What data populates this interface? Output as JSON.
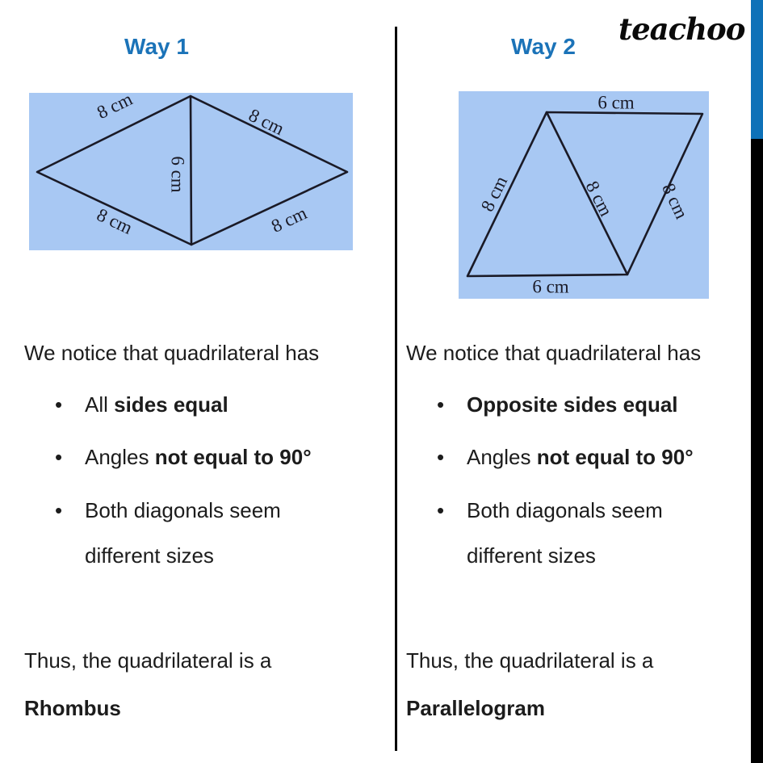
{
  "logo": {
    "text": "teachoo"
  },
  "colors": {
    "heading_blue": "#1b73b8",
    "accent_bar_blue": "#0e71b8",
    "accent_bar_black": "#000000",
    "diagram_background": "#a8c8f3",
    "diagram_line": "#1a1a26",
    "body_text": "#1c1c1c"
  },
  "columns": [
    {
      "heading": "Way 1",
      "intro": "We notice that quadrilateral has",
      "bullets": {
        "b1": {
          "pre": "All ",
          "bold": "sides equal"
        },
        "b2": {
          "pre": "Angles ",
          "bold": "not equal to 90°"
        },
        "b3": {
          "line1": "Both diagonals seem",
          "line2": "different sizes"
        }
      },
      "conclusion": {
        "prefix": "Thus, the quadrilateral is a",
        "shape": "Rhombus"
      },
      "diagram": {
        "shape": "rhombus",
        "labels": {
          "top_left_side": "8 cm",
          "top_right_side": "8 cm",
          "bottom_left_side": "8 cm",
          "bottom_right_side": "8 cm",
          "vertical_diagonal": "6 cm"
        }
      }
    },
    {
      "heading": "Way 2",
      "intro": "We notice that quadrilateral has",
      "bullets": {
        "b1": {
          "pre": "",
          "bold": "Opposite sides equal"
        },
        "b2": {
          "pre": "Angles ",
          "bold": "not equal to 90°"
        },
        "b3": {
          "line1": "Both diagonals seem",
          "line2": "different sizes"
        }
      },
      "conclusion": {
        "prefix": "Thus, the quadrilateral is a",
        "shape": "Parallelogram"
      },
      "diagram": {
        "shape": "parallelogram",
        "labels": {
          "top_side": "6 cm",
          "bottom_side": "6 cm",
          "left_side": "8 cm",
          "right_side": "8 cm",
          "diagonal": "8 cm"
        }
      }
    }
  ]
}
